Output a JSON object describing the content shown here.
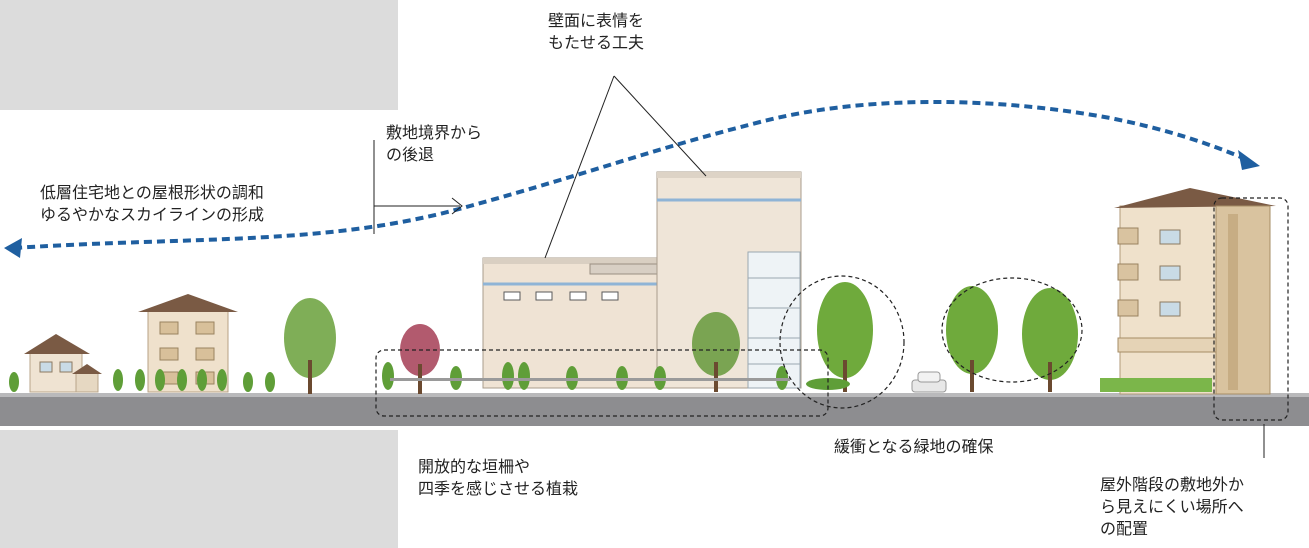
{
  "labels": {
    "wall": [
      "壁面に表情を",
      "もたせる工夫"
    ],
    "setback": [
      "敷地境界から",
      "の後退"
    ],
    "roofline": [
      "低層住宅地との屋根形状の調和",
      "ゆるやかなスカイラインの形成"
    ],
    "fence": [
      "開放的な垣柵や",
      "四季を感じさせる植栽"
    ],
    "buffer": [
      "緩衝となる緑地の確保"
    ],
    "stairs": [
      "屋外階段の敷地外か",
      "ら見えにくい場所へ",
      "の配置"
    ]
  },
  "colors": {
    "skyline_arrow": "#1f5fa0",
    "panel": "#dcdcdc",
    "ground": "#8a8a8e",
    "tree": "#6faa3c",
    "building_beige": "#efe2cf",
    "building_tan": "#d9c3a0"
  }
}
